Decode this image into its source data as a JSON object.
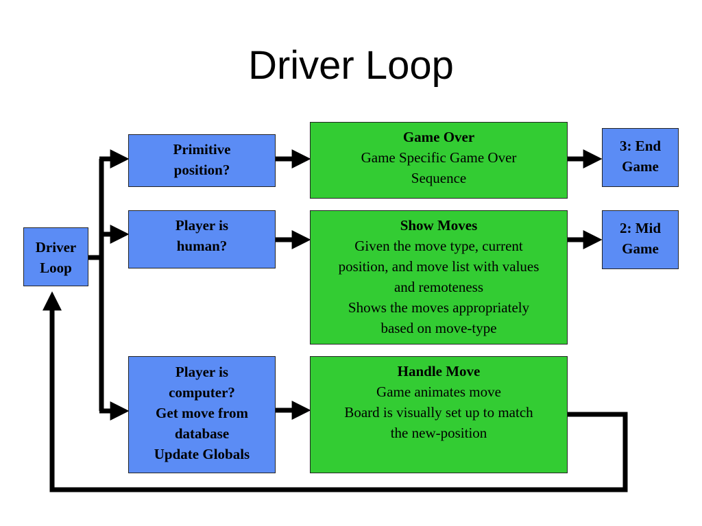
{
  "title": "Driver Loop",
  "nodes": {
    "driver_loop": [
      "Driver",
      "Loop"
    ],
    "primitive": [
      "Primitive",
      "position?"
    ],
    "human": [
      "Player is",
      "human?"
    ],
    "computer": [
      "Player is",
      "computer?",
      "Get move from",
      "database",
      "Update Globals"
    ],
    "game_over": {
      "head": "Game Over",
      "lines": [
        "Game Specific Game Over",
        "Sequence"
      ]
    },
    "show_moves": {
      "head": "Show Moves",
      "lines": [
        "Given the move type, current",
        "position, and move list with values",
        "and remoteness",
        "Shows the moves appropriately",
        "based on move-type"
      ]
    },
    "handle_move": {
      "head": "Handle Move",
      "lines": [
        "Game animates move",
        "Board is visually set up to match",
        "the new-position"
      ]
    },
    "end_game": [
      "3: End",
      "Game"
    ],
    "mid_game": [
      "2: Mid",
      "Game"
    ]
  },
  "colors": {
    "blue": "#5b8cf5",
    "green": "#33cc33",
    "arrow": "#000000"
  }
}
